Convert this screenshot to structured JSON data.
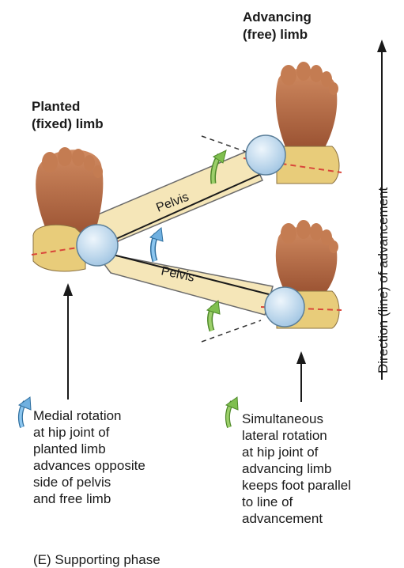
{
  "labels": {
    "advancing_line1": "Advancing",
    "advancing_line2": "(free) limb",
    "planted_line1": "Planted",
    "planted_line2": "(fixed) limb",
    "pelvis_upper": "Pelvis",
    "pelvis_lower": "Pelvis",
    "direction": "Direction (line) of advancement"
  },
  "captions": {
    "left": [
      "Medial rotation",
      "at hip joint of",
      "planted limb",
      "advances opposite",
      "side of pelvis",
      "and free limb"
    ],
    "right": [
      "Simultaneous",
      "lateral rotation",
      "at hip joint of",
      "advancing limb",
      "keeps foot parallel",
      "to line of",
      "advancement"
    ],
    "bottom_cut": "(E) Supporting phase"
  },
  "colors": {
    "pelvis_band": "#f5e6b8",
    "bone": "#e8cc7a",
    "foot_skin": "#b86f48",
    "hip_joint": "#c5def0",
    "medial_arrow": "#6fb0e0",
    "lateral_arrow": "#7fbf4f",
    "axis_line": "#d9463a"
  }
}
